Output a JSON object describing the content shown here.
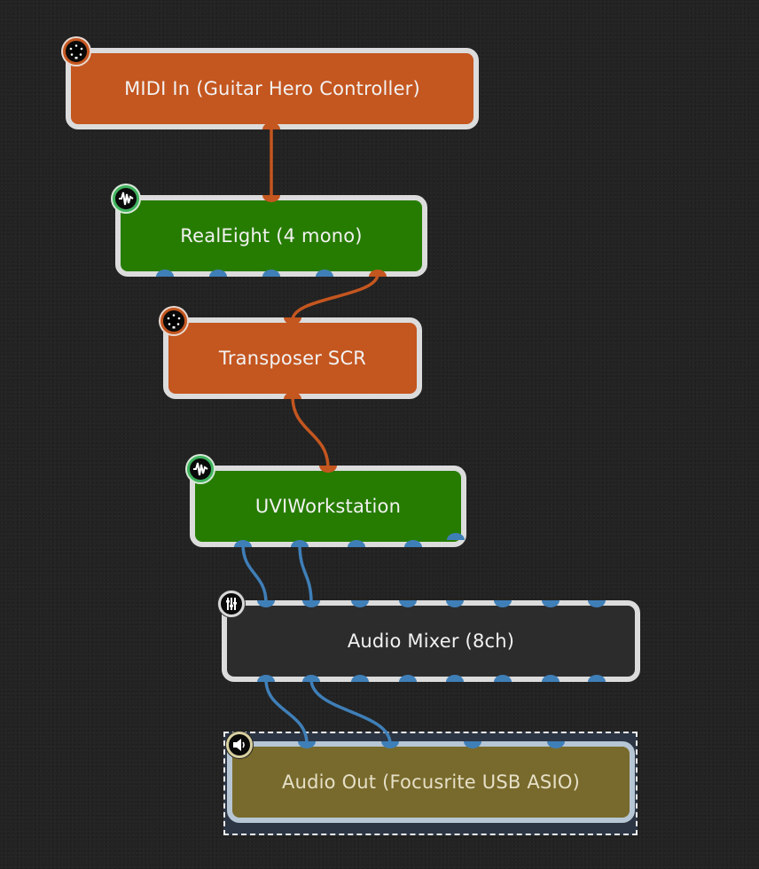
{
  "graph": {
    "colors": {
      "background": "#232323",
      "midi_node": "#c4561f",
      "plugin_node": "#267c00",
      "mixer_node": "#2c2c2c",
      "output_node": "#786a2c",
      "node_border": "#dcdcdc",
      "selected_border": "#b7c6d4",
      "midi_cable": "#c4561f",
      "audio_cable": "#3f7fb8"
    },
    "nodes": [
      {
        "id": "midi_in",
        "label": "MIDI In (Guitar Hero Controller)",
        "type": "midi",
        "icon": "midi-din-icon"
      },
      {
        "id": "realeight",
        "label": "RealEight (4 mono)",
        "type": "plugin",
        "icon": "plugin-waveform-icon"
      },
      {
        "id": "transposer",
        "label": "Transposer SCR",
        "type": "midi",
        "icon": "midi-din-icon"
      },
      {
        "id": "uvi",
        "label": "UVIWorkstation",
        "type": "plugin",
        "icon": "plugin-waveform-icon"
      },
      {
        "id": "mixer",
        "label": "Audio Mixer (8ch)",
        "type": "mixer",
        "icon": "mixer-faders-icon"
      },
      {
        "id": "audio_out",
        "label": "Audio Out (Focusrite USB ASIO)",
        "type": "output",
        "icon": "speaker-icon",
        "selected": true
      }
    ],
    "connections": [
      {
        "from": "midi_in",
        "from_port": "midi_out",
        "to": "realeight",
        "to_port": "midi_in",
        "kind": "midi"
      },
      {
        "from": "realeight",
        "from_port": "midi_out",
        "to": "transposer",
        "to_port": "midi_in",
        "kind": "midi"
      },
      {
        "from": "transposer",
        "from_port": "midi_out",
        "to": "uvi",
        "to_port": "midi_in",
        "kind": "midi"
      },
      {
        "from": "uvi",
        "from_port": "audio_out_1",
        "to": "mixer",
        "to_port": "audio_in_1",
        "kind": "audio"
      },
      {
        "from": "uvi",
        "from_port": "audio_out_2",
        "to": "mixer",
        "to_port": "audio_in_2",
        "kind": "audio"
      },
      {
        "from": "mixer",
        "from_port": "audio_out_1",
        "to": "audio_out",
        "to_port": "audio_in_1",
        "kind": "audio"
      },
      {
        "from": "mixer",
        "from_port": "audio_out_2",
        "to": "audio_out",
        "to_port": "audio_in_2",
        "kind": "audio"
      }
    ]
  }
}
